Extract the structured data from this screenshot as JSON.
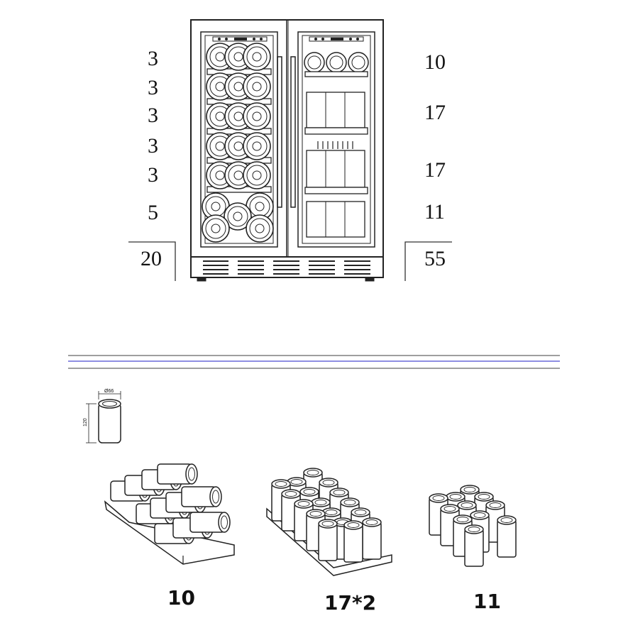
{
  "left_shelves": [
    "3",
    "3",
    "3",
    "3",
    "3",
    "5"
  ],
  "left_total": "20",
  "right_shelves": [
    "10",
    "17",
    "17",
    "11"
  ],
  "right_total": "55",
  "can_dims": {
    "diameter": "Ø66",
    "height": "120"
  },
  "tray_labels": [
    "10",
    "17*2",
    "11"
  ]
}
